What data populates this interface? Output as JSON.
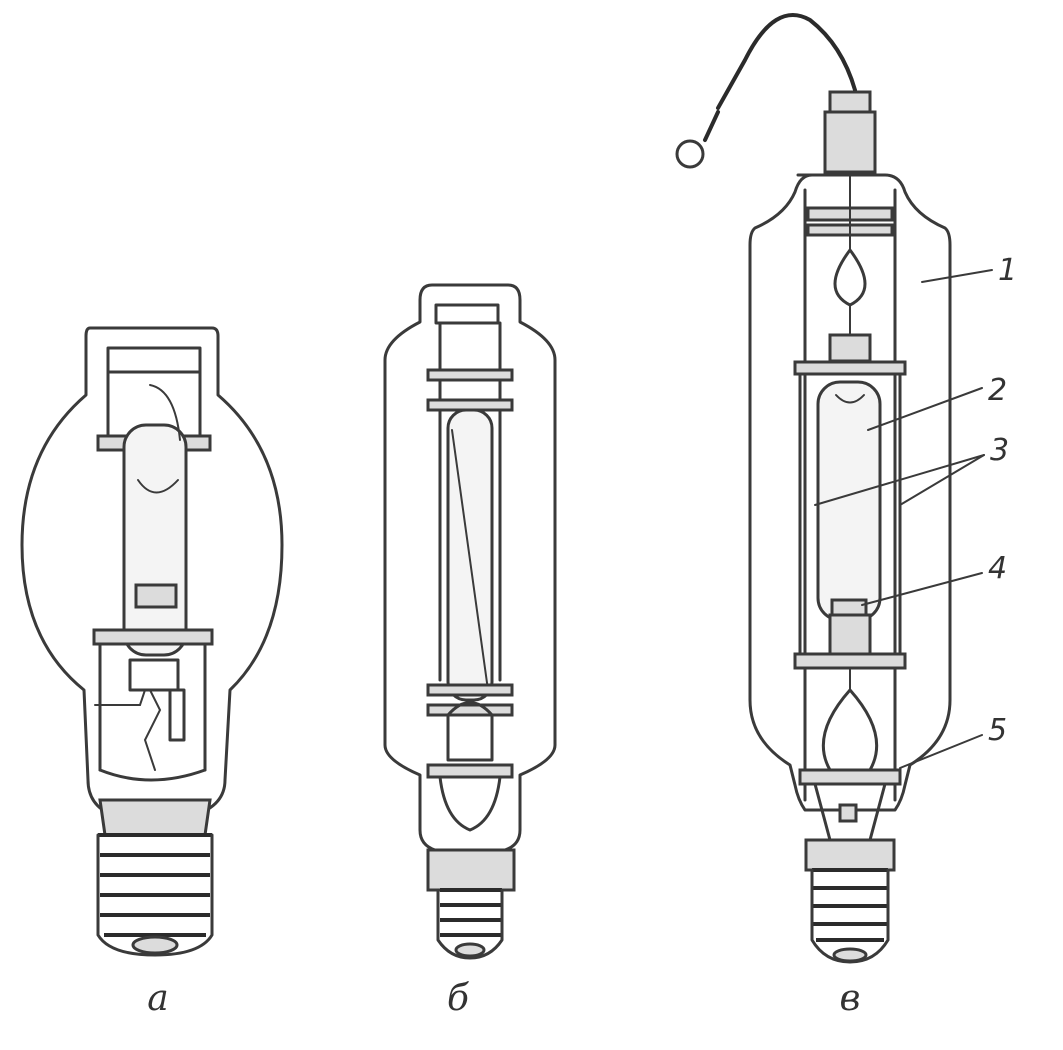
{
  "lamps": [
    {
      "caption": "а"
    },
    {
      "caption": "б"
    },
    {
      "caption": "в"
    }
  ],
  "callouts": [
    "1",
    "2",
    "3",
    "4",
    "5"
  ]
}
